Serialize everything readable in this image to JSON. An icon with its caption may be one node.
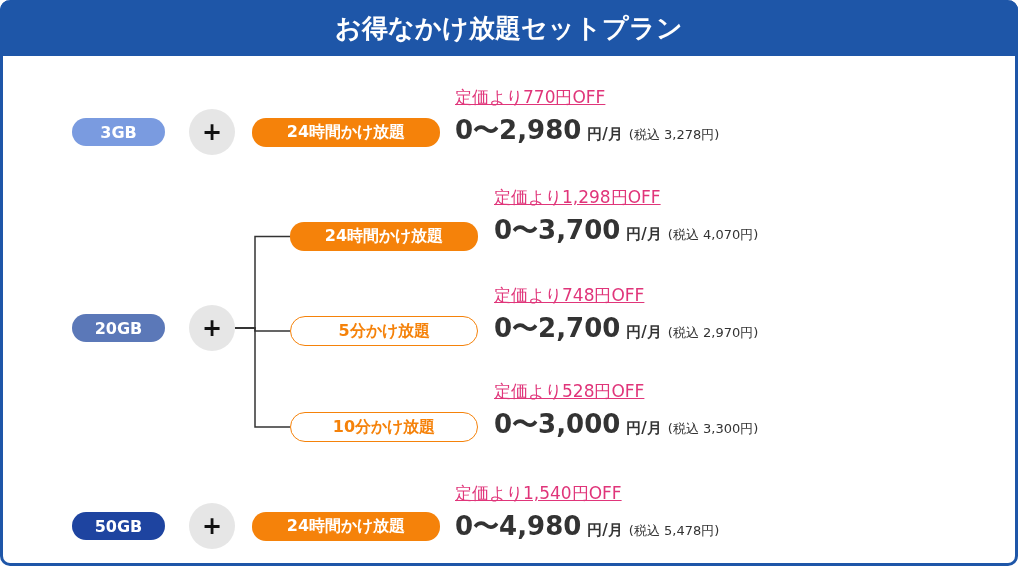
{
  "diagram": {
    "title": "お得なかけ放題セットプラン",
    "nodes": [
      {
        "text": [
          "3GB"
        ]
      },
      {
        "text": [
          "+"
        ]
      },
      {
        "text": [
          "24時間かけ放題"
        ],
        "beside": [
          "定価より770円OFF",
          "0〜2,980",
          "円/月",
          "(税込 3,278円)"
        ]
      },
      {
        "text": [
          "20GB"
        ]
      },
      {
        "text": [
          "+"
        ]
      },
      {
        "text": [
          "24時間かけ放題"
        ],
        "beside": [
          "定価より1,298円OFF",
          "0〜3,700",
          "円/月",
          "(税込 4,070円)"
        ]
      },
      {
        "text": [
          "5分かけ放題"
        ],
        "beside": [
          "定価より748円OFF",
          "0〜2,700",
          "円/月",
          "(税込 2,970円)"
        ]
      },
      {
        "text": [
          "10分かけ放題"
        ],
        "beside": [
          "定価より528円OFF",
          "0〜3,000",
          "円/月",
          "(税込 3,300円)"
        ]
      },
      {
        "text": [
          "50GB"
        ]
      },
      {
        "text": [
          "+"
        ]
      },
      {
        "text": [
          "24時間かけ放題"
        ],
        "beside": [
          "定価より1,540円OFF",
          "0〜4,980",
          "円/月",
          "(税込 5,478円)"
        ]
      }
    ],
    "edges": [
      {
        "from": 4,
        "to": 5,
        "arrow": "none"
      },
      {
        "from": 4,
        "to": 6,
        "arrow": "none"
      },
      {
        "from": 4,
        "to": 7,
        "arrow": "none"
      }
    ]
  }
}
